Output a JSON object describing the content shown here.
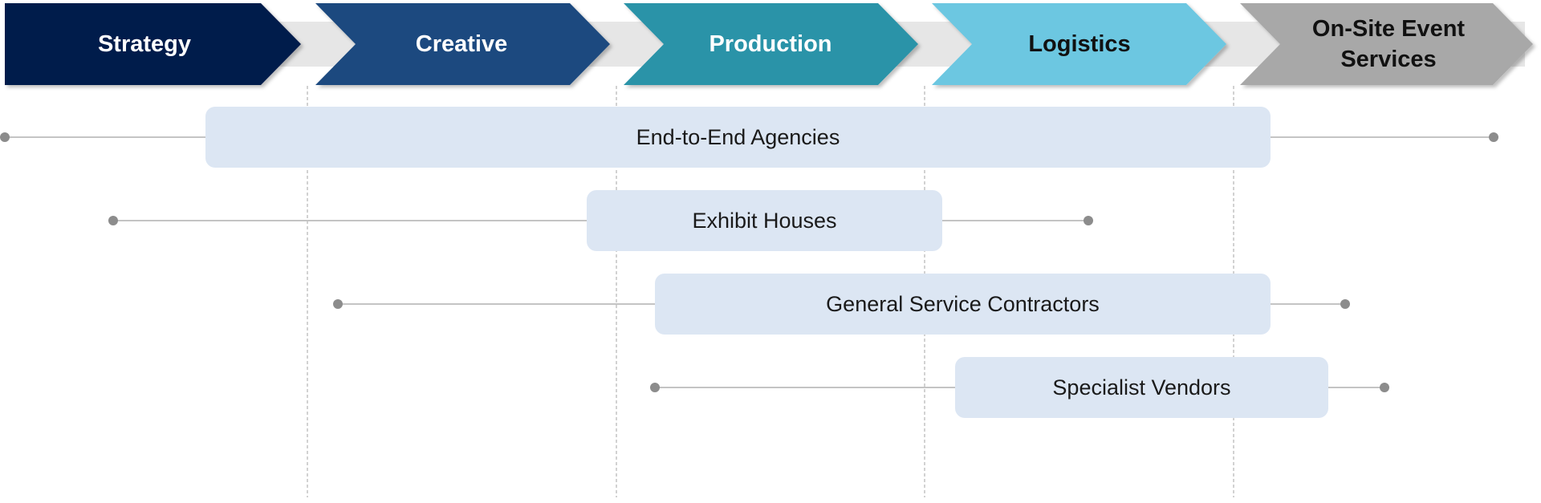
{
  "stages": [
    {
      "label": "Strategy",
      "color": "#001b4b",
      "text_color": "#ffffff"
    },
    {
      "label": "Creative",
      "color": "#1b4a7f",
      "text_color": "#ffffff"
    },
    {
      "label": "Production",
      "color": "#2b93a8",
      "text_color": "#ffffff"
    },
    {
      "label": "Logistics",
      "color": "#6cc7e1",
      "text_color": "#111111"
    },
    {
      "label": "On-Site Event Services",
      "color": "#a8a8a8",
      "text_color": "#111111"
    }
  ],
  "providers": [
    {
      "label": "End-to-End Agencies"
    },
    {
      "label": "Exhibit Houses"
    },
    {
      "label": "General Service Contractors"
    },
    {
      "label": "Specialist Vendors"
    }
  ],
  "colors": {
    "bar_fill": "#dce6f3",
    "line": "#c4c4c4",
    "dot": "#8c8c8c",
    "divider": "#b4b4b4",
    "track": "#e6e6e6"
  }
}
